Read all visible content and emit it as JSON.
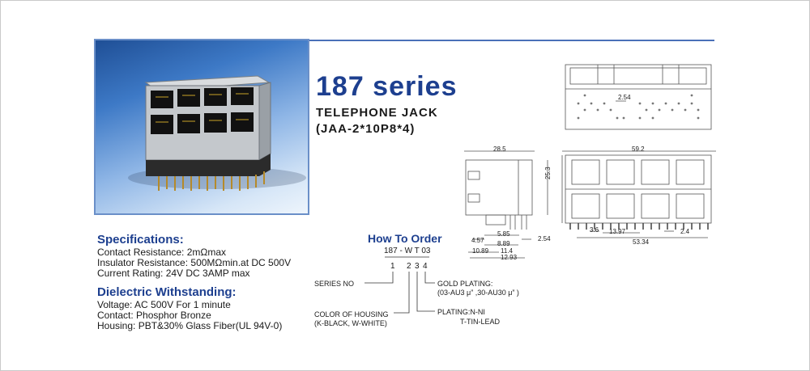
{
  "header": {
    "series_title": "187 series",
    "product": "TELEPHONE JACK",
    "model": "(JAA-2*10P8*4)"
  },
  "specifications": {
    "heading": "Specifications:",
    "lines": [
      "Contact Resistance: 2mΩmax",
      "Insulator Resistance: 500MΩmin.at DC 500V",
      "Current Rating: 24V DC 3AMP max"
    ]
  },
  "dielectric": {
    "heading": "Dielectric Withstanding:",
    "lines": [
      "Voltage: AC 500V For 1 minute",
      "Contact: Phosphor Bronze",
      "Housing: PBT&30% Glass Fiber(UL 94V-0)"
    ]
  },
  "how_to_order": {
    "heading": "How To Order",
    "code": "187 - W T 03",
    "digits": [
      "1",
      "2",
      "3",
      "4"
    ],
    "series_no": "SERIES NO",
    "color_label": "COLOR OF HOUSING",
    "color_options": "(K-BLACK, W-WHITE)",
    "plating_label": "PLATING:N-NI",
    "plating_alt": "T-TIN-LEAD",
    "gold_label": "GOLD PLATING:",
    "gold_options": "(03-AU3 μ” ,30-AU30 μ” )"
  },
  "dimensions": {
    "pitch": "2.54",
    "depth": "28.5",
    "height": "25.3",
    "width": "59.2",
    "side_a": "4.57",
    "side_b": "5.85",
    "side_c": "8.89",
    "side_d": "10.89",
    "side_e": "11.4",
    "side_f": "12.93",
    "side_g": "2.54",
    "front_a": "3.6",
    "front_b": "13.97",
    "front_c": "2.4",
    "front_d": "53.34"
  },
  "colors": {
    "accent": "#1d3f8f",
    "rule": "#4a70b8"
  }
}
